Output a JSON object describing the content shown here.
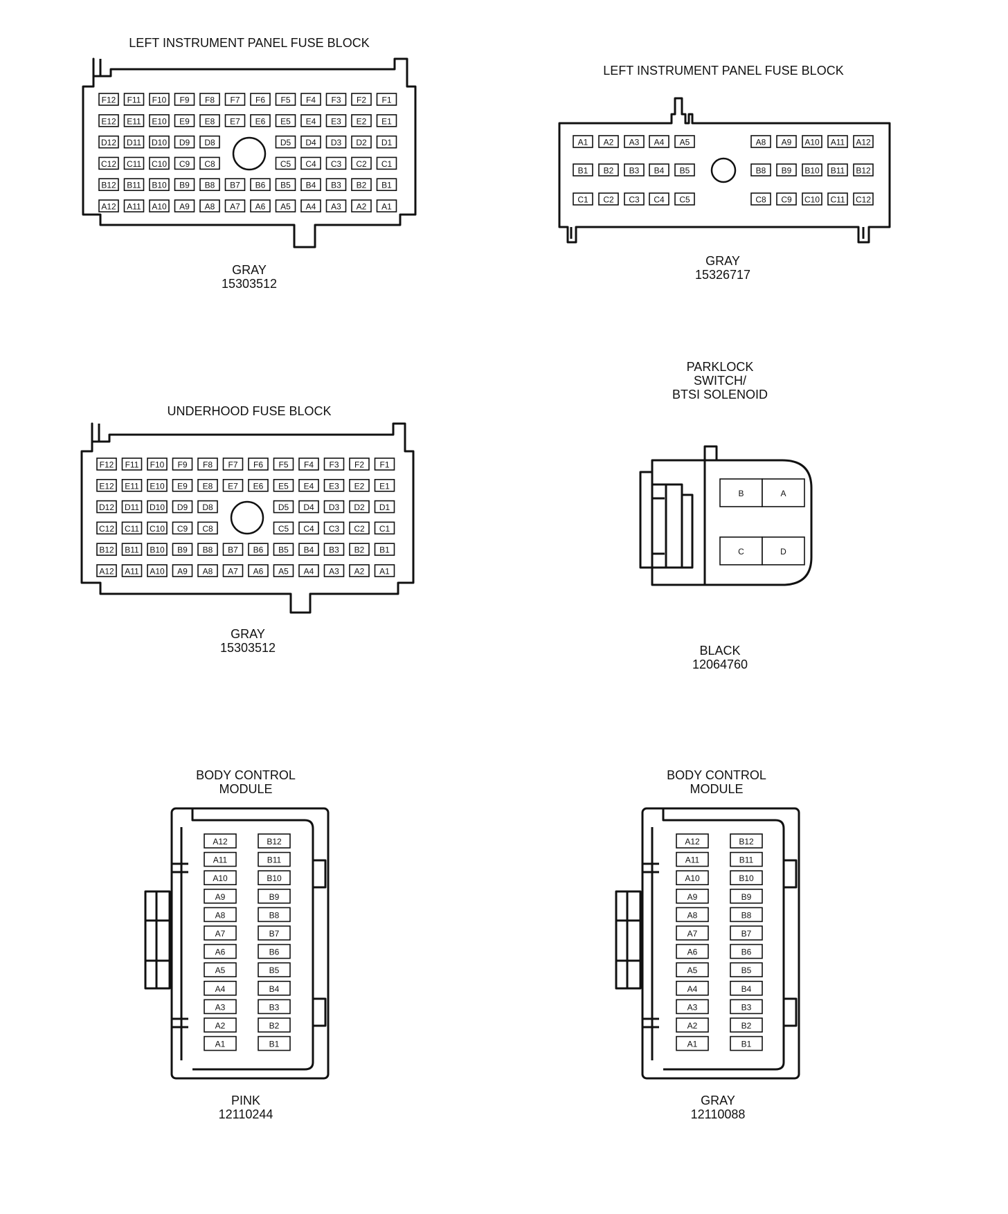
{
  "connectors": [
    {
      "id": "c1",
      "title": "LEFT INSTRUMENT PANEL FUSE BLOCK",
      "color": "GRAY",
      "part_number": "15303512",
      "rows": [
        [
          "F12",
          "F11",
          "F10",
          "F9",
          "F8",
          "F7",
          "F6",
          "F5",
          "F4",
          "F3",
          "F2",
          "F1"
        ],
        [
          "E12",
          "E11",
          "E10",
          "E9",
          "E8",
          "E7",
          "E6",
          "E5",
          "E4",
          "E3",
          "E2",
          "E1"
        ],
        [
          "D12",
          "D11",
          "D10",
          "D9",
          "D8",
          "",
          "",
          "D5",
          "D4",
          "D3",
          "D2",
          "D1"
        ],
        [
          "C12",
          "C11",
          "C10",
          "C9",
          "C8",
          "",
          "",
          "C5",
          "C4",
          "C3",
          "C2",
          "C1"
        ],
        [
          "B12",
          "B11",
          "B10",
          "B9",
          "B8",
          "B7",
          "B6",
          "B5",
          "B4",
          "B3",
          "B2",
          "B1"
        ],
        [
          "A12",
          "A11",
          "A10",
          "A9",
          "A8",
          "A7",
          "A6",
          "A5",
          "A4",
          "A3",
          "A2",
          "A1"
        ]
      ]
    },
    {
      "id": "c2",
      "title": "LEFT INSTRUMENT PANEL FUSE BLOCK",
      "color": "GRAY",
      "part_number": "15326717",
      "rows": [
        [
          "A1",
          "A2",
          "A3",
          "A4",
          "A5",
          "",
          "A8",
          "A9",
          "A10",
          "A11",
          "A12"
        ],
        [
          "B1",
          "B2",
          "B3",
          "B4",
          "B5",
          "",
          "B8",
          "B9",
          "B10",
          "B11",
          "B12"
        ],
        [
          "C1",
          "C2",
          "C3",
          "C4",
          "C5",
          "",
          "C8",
          "C9",
          "C10",
          "C11",
          "C12"
        ]
      ]
    },
    {
      "id": "c3",
      "title": "UNDERHOOD FUSE BLOCK",
      "color": "GRAY",
      "part_number": "15303512",
      "rows": [
        [
          "F12",
          "F11",
          "F10",
          "F9",
          "F8",
          "F7",
          "F6",
          "F5",
          "F4",
          "F3",
          "F2",
          "F1"
        ],
        [
          "E12",
          "E11",
          "E10",
          "E9",
          "E8",
          "E7",
          "E6",
          "E5",
          "E4",
          "E3",
          "E2",
          "E1"
        ],
        [
          "D12",
          "D11",
          "D10",
          "D9",
          "D8",
          "",
          "",
          "D5",
          "D4",
          "D3",
          "D2",
          "D1"
        ],
        [
          "C12",
          "C11",
          "C10",
          "C9",
          "C8",
          "",
          "",
          "C5",
          "C4",
          "C3",
          "C2",
          "C1"
        ],
        [
          "B12",
          "B11",
          "B10",
          "B9",
          "B8",
          "B7",
          "B6",
          "B5",
          "B4",
          "B3",
          "B2",
          "B1"
        ],
        [
          "A12",
          "A11",
          "A10",
          "A9",
          "A8",
          "A7",
          "A6",
          "A5",
          "A4",
          "A3",
          "A2",
          "A1"
        ]
      ]
    },
    {
      "id": "c4",
      "title": "PARKLOCK\nSWITCH/\nBTSI SOLENOID",
      "color": "BLACK",
      "part_number": "12064760",
      "pins": [
        "B",
        "A",
        "C",
        "D"
      ]
    },
    {
      "id": "c5",
      "title": "BODY CONTROL\nMODULE",
      "color": "PINK",
      "part_number": "12110244",
      "left_column": [
        "A12",
        "A11",
        "A10",
        "A9",
        "A8",
        "A7",
        "A6",
        "A5",
        "A4",
        "A3",
        "A2",
        "A1"
      ],
      "right_column": [
        "B12",
        "B11",
        "B10",
        "B9",
        "B8",
        "B7",
        "B6",
        "B5",
        "B4",
        "B3",
        "B2",
        "B1"
      ]
    },
    {
      "id": "c6",
      "title": "BODY CONTROL\nMODULE",
      "color": "GRAY",
      "part_number": "12110088",
      "left_column": [
        "A12",
        "A11",
        "A10",
        "A9",
        "A8",
        "A7",
        "A6",
        "A5",
        "A4",
        "A3",
        "A2",
        "A1"
      ],
      "right_column": [
        "B12",
        "B11",
        "B10",
        "B9",
        "B8",
        "B7",
        "B6",
        "B5",
        "B4",
        "B3",
        "B2",
        "B1"
      ]
    }
  ]
}
